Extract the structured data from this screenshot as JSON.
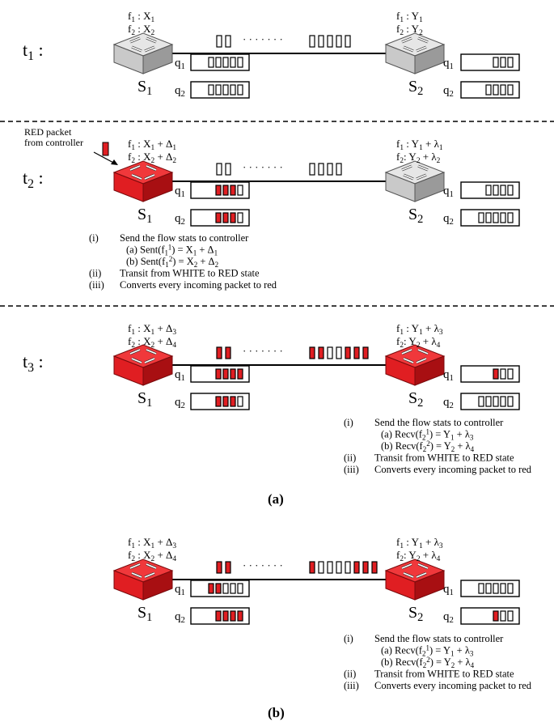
{
  "colors": {
    "red": "#e01e22",
    "red_dark": "#a80f12",
    "gray_top": "#e6e6e6",
    "gray_side": "#9a9a9a",
    "line": "#000000"
  },
  "panels": [
    {
      "id": "t1",
      "label": "t",
      "label_sub": "1",
      "label_suffix": " :",
      "s1": {
        "red": false,
        "stats": [
          "f|1| : X|1|",
          "f|2| : X|2|"
        ],
        "q1": "WWWWW",
        "q2": "WWWWW"
      },
      "s2": {
        "red": false,
        "stats": [
          "f|1| : Y|1|",
          "f|2| : Y|2|"
        ],
        "q1": "WWW",
        "q2": "WWWW"
      },
      "link_left": "WW",
      "link_right": "WWWWW"
    },
    {
      "id": "t2",
      "label": "t",
      "label_sub": "2",
      "label_suffix": " :",
      "controller_note": [
        "RED packet",
        "from controller"
      ],
      "s1": {
        "red": true,
        "stats": [
          "f|1| : X|1| + Δ|1|",
          "f|2| : X|2| + Δ|2|"
        ],
        "q1": "RRRW",
        "q2": "RRRW"
      },
      "s2": {
        "red": false,
        "stats": [
          "f|1| : Y|1| + λ|1|",
          "f|2|:  Y|2| + λ|2|"
        ],
        "q1": "WWWW",
        "q2": "WWWWW"
      },
      "link_left": "WW",
      "link_right": "WWWW",
      "notes": [
        [
          "(i)",
          "Send the flow stats to controller"
        ],
        [
          "",
          "(a)  Sent(f|1|^1^) = X|1| + Δ|1|"
        ],
        [
          "",
          "(b)  Sent(f|1|^2^) = X|2| + Δ|2|"
        ],
        [
          "(ii)",
          "Transit from WHITE to RED state"
        ],
        [
          "(iii)",
          "Converts every incoming packet to red"
        ]
      ]
    },
    {
      "id": "t3",
      "label": "t",
      "label_sub": "3",
      "label_suffix": " :",
      "s1": {
        "red": true,
        "stats": [
          "f|1| : X|1| + Δ|3|",
          "f|2| : X|2| + Δ|4|"
        ],
        "q1": "RRRR",
        "q2": "RRRW"
      },
      "s2": {
        "red": true,
        "stats": [
          "f|1| : Y|1| + λ|3|",
          "f|2|:  Y|2| + λ|4|"
        ],
        "q1": "RWW",
        "q2": "WWWWW"
      },
      "link_left": "RR",
      "link_right": "RRWWRRR",
      "notes": [
        [
          "(i)",
          "Send the flow stats to controller"
        ],
        [
          "",
          "(a)  Recv(f|2|^1^) = Y|1| + λ|3|"
        ],
        [
          "",
          "(b)  Recv(f|2|^2^) = Y|2| + λ|4|"
        ],
        [
          "(ii)",
          "Transit from WHITE to RED state"
        ],
        [
          "(iii)",
          "Converts every incoming packet to red"
        ]
      ]
    },
    {
      "id": "b",
      "s1": {
        "red": true,
        "stats": [
          "f|1| : X|1| + Δ|3|",
          "f|2| : X|2| + Δ|4|"
        ],
        "q1": "RRWWW",
        "q2": "RRRR"
      },
      "s2": {
        "red": true,
        "stats": [
          "f|1| : Y|1| + λ|3|",
          "f|2|:  Y|2| + λ|4|"
        ],
        "q1": "WWWWW",
        "q2": "RWW"
      },
      "link_left": "RR",
      "link_right": "RWWWWRRR",
      "notes": [
        [
          "(i)",
          "Send the flow stats to controller"
        ],
        [
          "",
          "(a)  Recv(f|2|^1^) = Y|1| + λ|3|"
        ],
        [
          "",
          "(b)  Recv(f|2|^2^) = Y|2| + λ|4|"
        ],
        [
          "(ii)",
          "Transit from WHITE to RED state"
        ],
        [
          "(iii)",
          "Converts every incoming packet to red"
        ]
      ]
    }
  ],
  "switch_labels": {
    "s1": "S|1|",
    "s2": "S|2|",
    "q1": "q|1|",
    "q2": "q|2|"
  },
  "ellipsis": "· · · · · · ·",
  "captions": {
    "a": "(a)",
    "b": "(b)"
  }
}
